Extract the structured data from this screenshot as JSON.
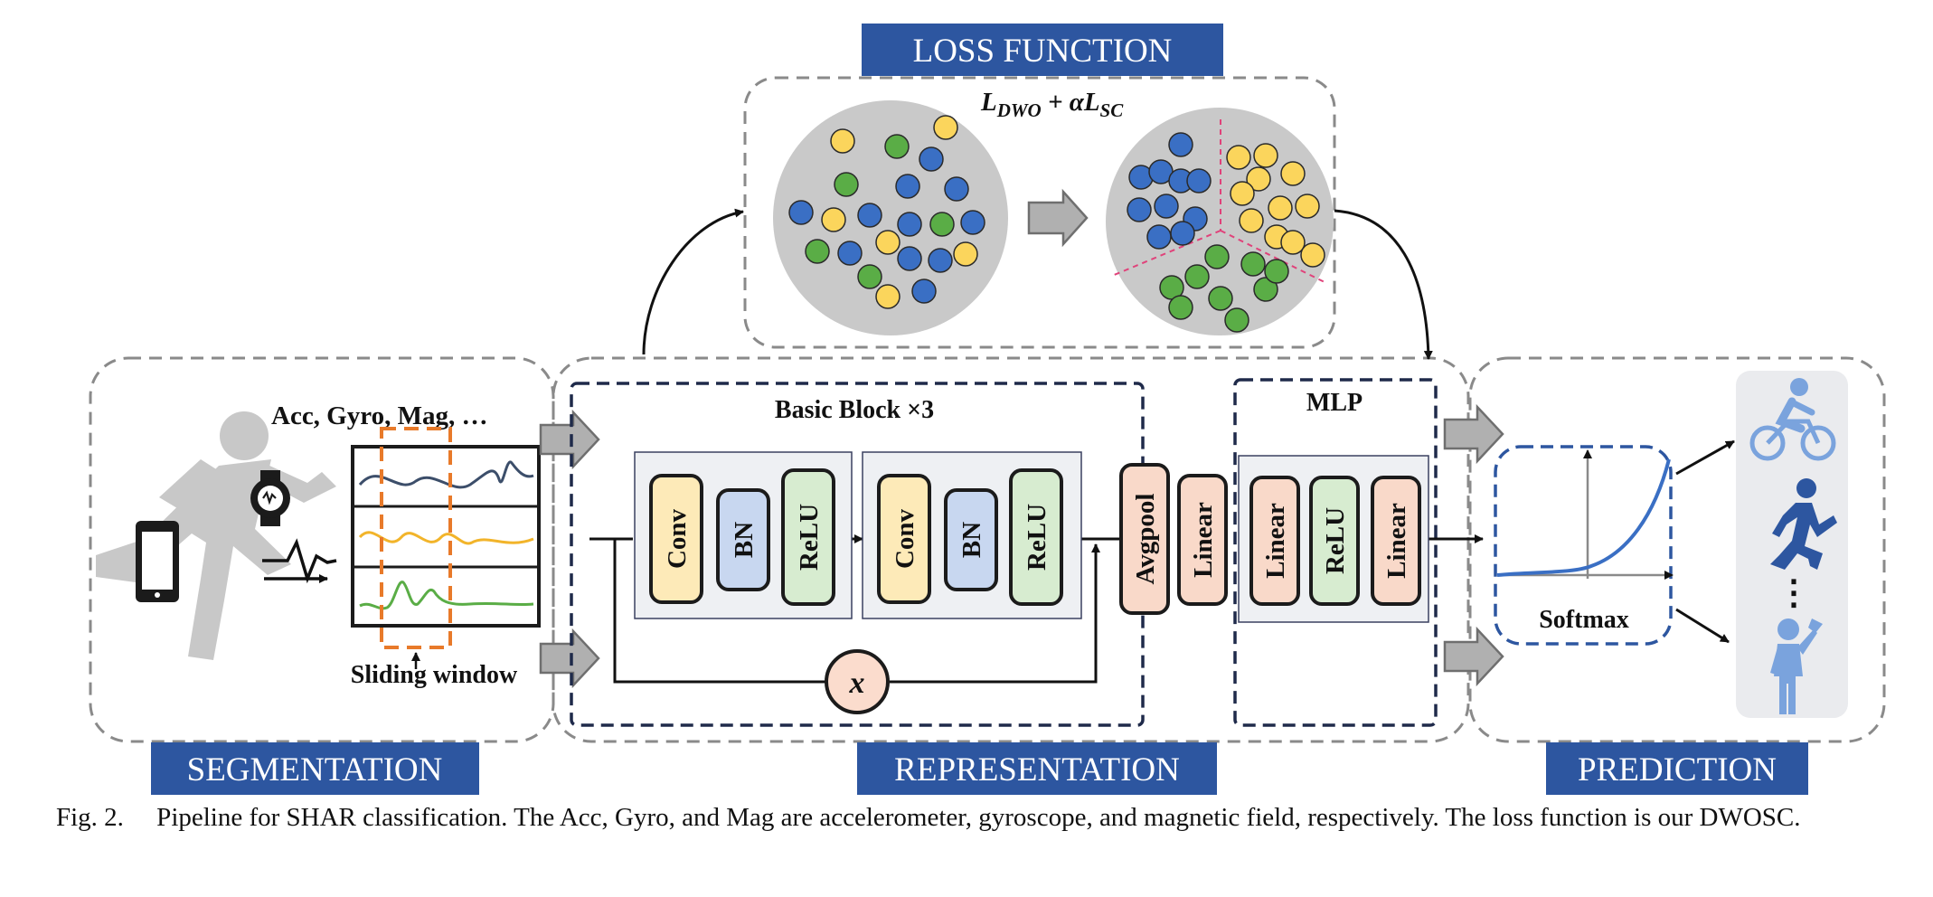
{
  "sections": {
    "loss": "LOSS FUNCTION",
    "segmentation": "SEGMENTATION",
    "representation": "REPRESENTATION",
    "prediction": "PREDICTION"
  },
  "loss": {
    "formula": {
      "base1": "L",
      "sub1": "DWO",
      "plus": " + α",
      "base2": "L",
      "sub2": "SC"
    }
  },
  "segmentation": {
    "sensors_label": "Acc, Gyro, Mag, …",
    "window_label": "Sliding window"
  },
  "representation": {
    "basic_block_title": "Basic Block ×3",
    "mlp_title": "MLP",
    "block1": [
      "Conv",
      "BN",
      "ReLU"
    ],
    "block2": [
      "Conv",
      "BN",
      "ReLU"
    ],
    "avgpool": "Avgpool",
    "linear": "Linear",
    "mlp_layers": [
      "Linear",
      "ReLU",
      "Linear"
    ],
    "skip_symbol": "x"
  },
  "prediction": {
    "softmax_label": "Softmax",
    "ellipsis": "⋮"
  },
  "caption": {
    "text": "Fig. 2.  Pipeline for SHAR classification. The Acc, Gyro, and Mag are accelerometer, gyroscope, and magnetic field, respectively. The loss function is our DWOSC."
  },
  "colors": {
    "section_header": "#2d56a0",
    "conv": "#fdeab8",
    "bn": "#c8d7f0",
    "relu": "#d7ecd0",
    "linear": "#f9d9c9",
    "blue_dot": "#3a6fc4",
    "yellow_dot": "#fbd55c",
    "green_dot": "#5aad46",
    "orange_dash": "#e87a2a",
    "person_gray": "#c8c8c8",
    "activity_blue": "#7aa3dd"
  }
}
